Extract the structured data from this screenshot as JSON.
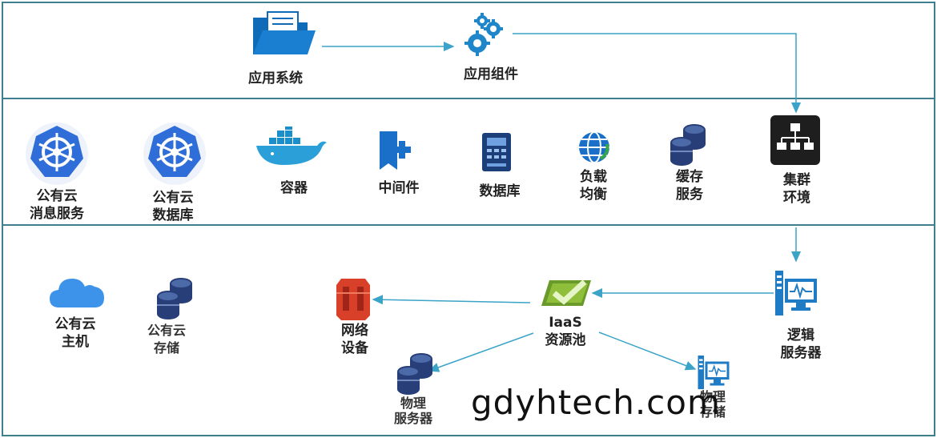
{
  "colors": {
    "frame": "#3f7f8d",
    "arrow": "#3aa3c7",
    "primary_blue": "#1a73c9"
  },
  "layers": {
    "application": {
      "app_system": "应用系统",
      "app_component": "应用组件"
    },
    "platform": {
      "cloud_msg": "公有云\n消息服务",
      "cloud_db": "公有云\n数据库",
      "container": "容器",
      "middleware": "中间件",
      "database": "数据库",
      "load_balance": "负载\n均衡",
      "cache": "缓存\n服务",
      "cluster": "集群\n环境"
    },
    "infrastructure": {
      "cloud_host": "公有云\n主机",
      "cloud_storage": "公有云\n存储",
      "network": "网络\n设备",
      "iaas": "IaaS\n资源池",
      "logic_server": "逻辑\n服务器",
      "physical_server": "物理\n服务器",
      "physical_storage": "物理\n存储"
    }
  },
  "watermark": "gdyhtech.com"
}
